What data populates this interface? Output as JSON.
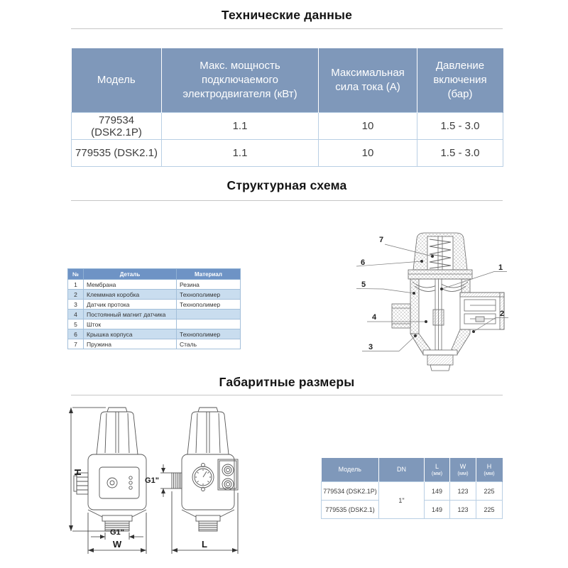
{
  "titles": {
    "technical": "Технические данные",
    "structural": "Структурная схема",
    "overall": "Габаритные размеры"
  },
  "tech_table": {
    "headers": {
      "model": "Модель",
      "power": "Макс. мощность подключаемого электродвигателя (кВт)",
      "current": "Максимальная сила тока (А)",
      "pressure": "Давление включения (бар)"
    },
    "rows": [
      {
        "model": "779534 (DSK2.1P)",
        "power": "1.1",
        "current": "10",
        "pressure": "1.5 - 3.0"
      },
      {
        "model": "779535 (DSK2.1)",
        "power": "1.1",
        "current": "10",
        "pressure": "1.5 - 3.0"
      }
    ]
  },
  "parts_table": {
    "headers": {
      "num": "№",
      "part": "Деталь",
      "material": "Материал"
    },
    "rows": [
      {
        "num": "1",
        "part": "Мембрана",
        "material": "Резина"
      },
      {
        "num": "2",
        "part": "Клеммная коробка",
        "material": "Технополимер"
      },
      {
        "num": "3",
        "part": "Датчик протока",
        "material": "Технополимер"
      },
      {
        "num": "4",
        "part": "Постоянный магнит датчика",
        "material": ""
      },
      {
        "num": "5",
        "part": "Шток",
        "material": ""
      },
      {
        "num": "6",
        "part": "Крышка корпуса",
        "material": "Технополимер"
      },
      {
        "num": "7",
        "part": "Пружина",
        "material": "Сталь"
      }
    ]
  },
  "diagram": {
    "callouts": {
      "c1": "1",
      "c2": "2",
      "c3": "3",
      "c4": "4",
      "c5": "5",
      "c6": "6",
      "c7": "7"
    }
  },
  "dimensions": {
    "labels": {
      "h": "H",
      "w": "W",
      "l": "L",
      "g1_bottom": "G1\"",
      "g1_side": "G1\""
    }
  },
  "size_table": {
    "headers": {
      "model": "Модель",
      "dn": "DN",
      "l": "L",
      "w": "W",
      "h": "H",
      "unit": "(мм)"
    },
    "dn_value": "1\"",
    "rows": [
      {
        "model": "779534 (DSK2.1P)",
        "l": "149",
        "w": "123",
        "h": "225"
      },
      {
        "model": "779535 (DSK2.1)",
        "l": "149",
        "w": "123",
        "h": "225"
      }
    ]
  },
  "colors": {
    "table_header_bg": "#7f98ba",
    "parts_header_bg": "#6e93c5",
    "row_alt_bg": "#c9ddef",
    "border_light": "#b9cfe4"
  }
}
